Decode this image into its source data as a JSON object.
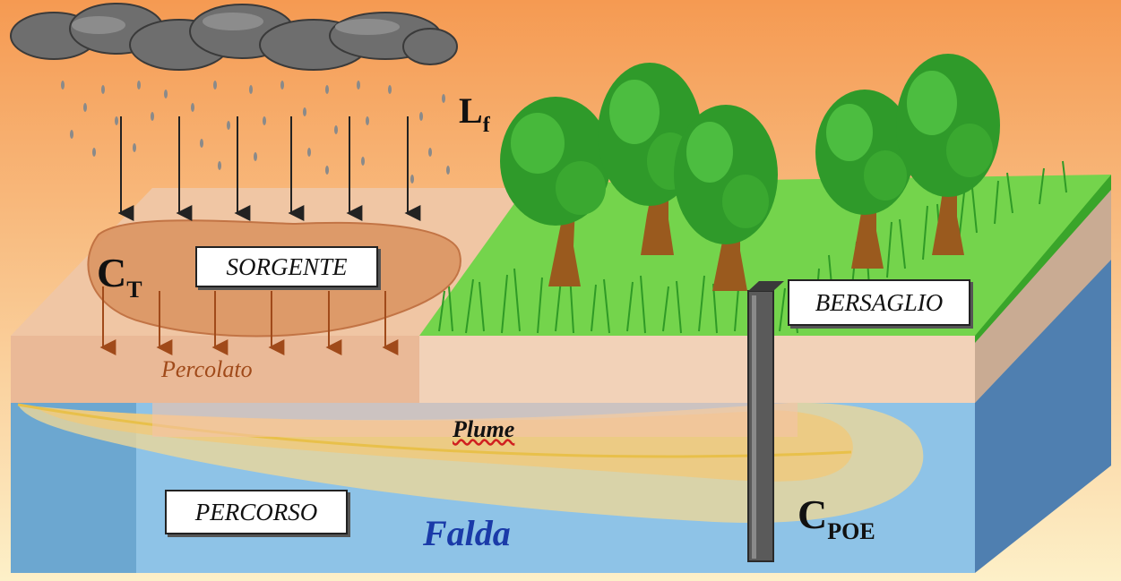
{
  "labels": {
    "lf_main": "L",
    "lf_sub": "f",
    "ct_main": "C",
    "ct_sub": "T",
    "cpoe_main": "C",
    "cpoe_sub": "POE",
    "sorgente": "SORGENTE",
    "bersaglio": "BERSAGLIO",
    "percorso": "PERCORSO",
    "percolato": "Percolato",
    "plume": "Plume",
    "falda": "Falda"
  },
  "colors": {
    "sky_top": "#f6a35a",
    "sky_bottom": "#fde9bd",
    "soil": "#f0c8a6",
    "contaminated_soil": "#e6a16e",
    "grass": "#6ed44a",
    "aquifer": "#8dc2e6",
    "plume": "#f2d58a",
    "well": "#555555",
    "arrow_rain": "#222222",
    "arrow_leach": "#a04a1a",
    "falda_text": "#1a3aa8"
  }
}
